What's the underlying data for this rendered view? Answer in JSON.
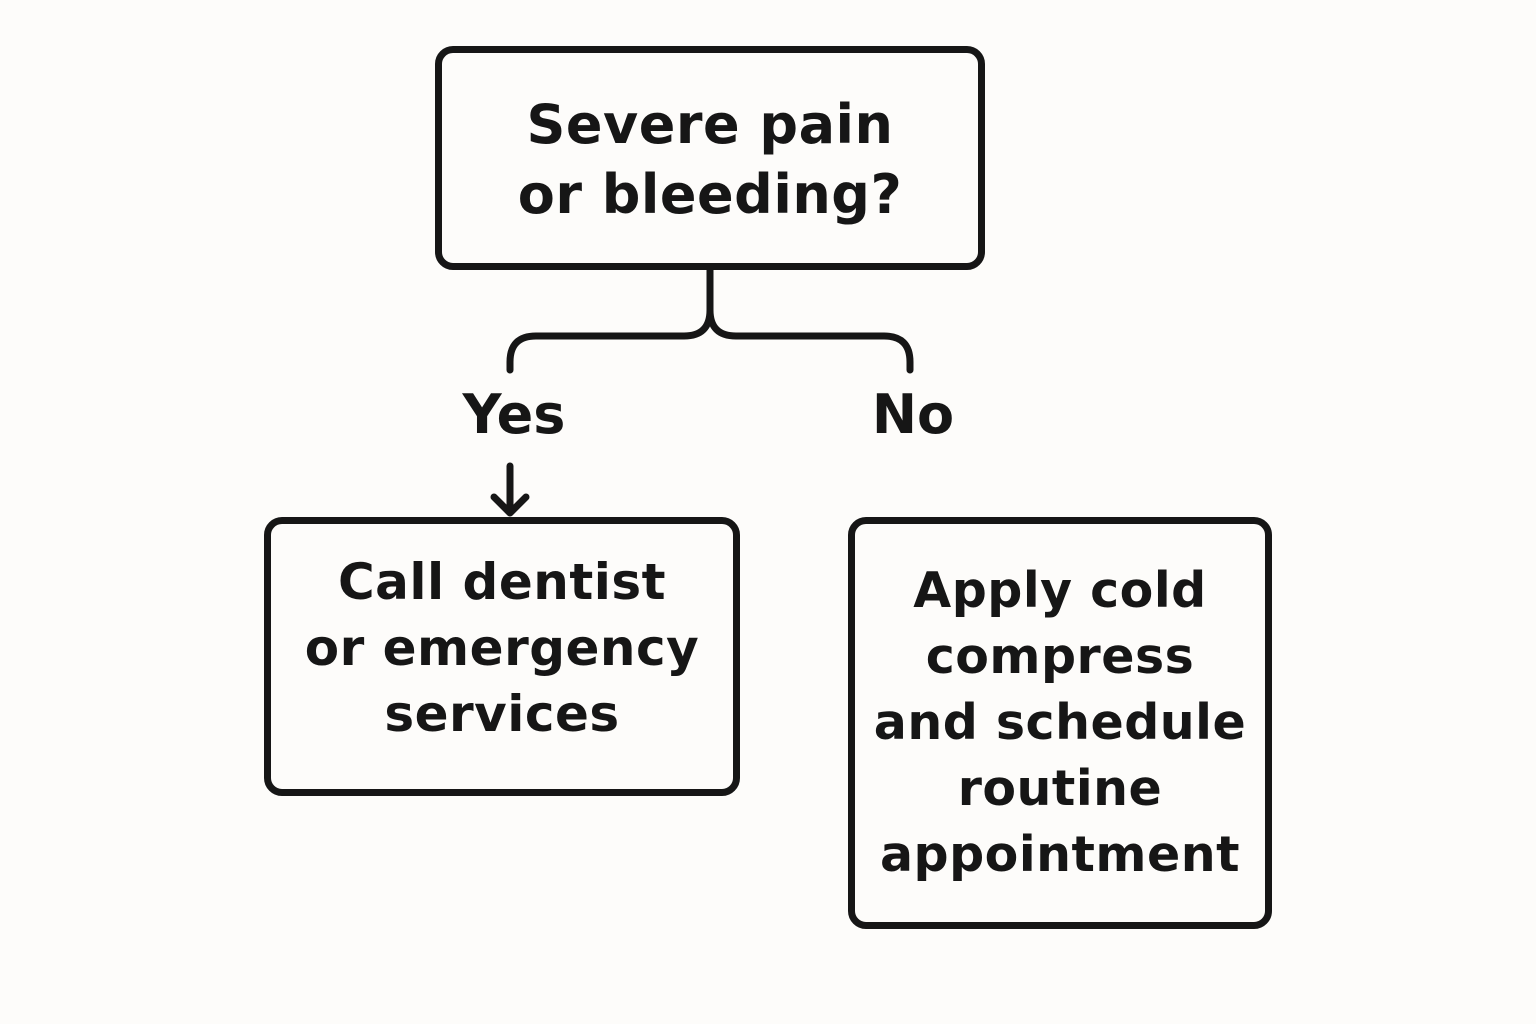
{
  "diagram": {
    "decision": {
      "text": "Severe pain\nor bleeding?"
    },
    "branches": {
      "yes": {
        "label": "Yes"
      },
      "no": {
        "label": "No"
      }
    },
    "outcomes": {
      "yes": {
        "text": "Call dentist\nor emergency\nservices"
      },
      "no": {
        "text": "Apply cold\ncompress\nand schedule\nroutine\nappointment"
      }
    }
  }
}
